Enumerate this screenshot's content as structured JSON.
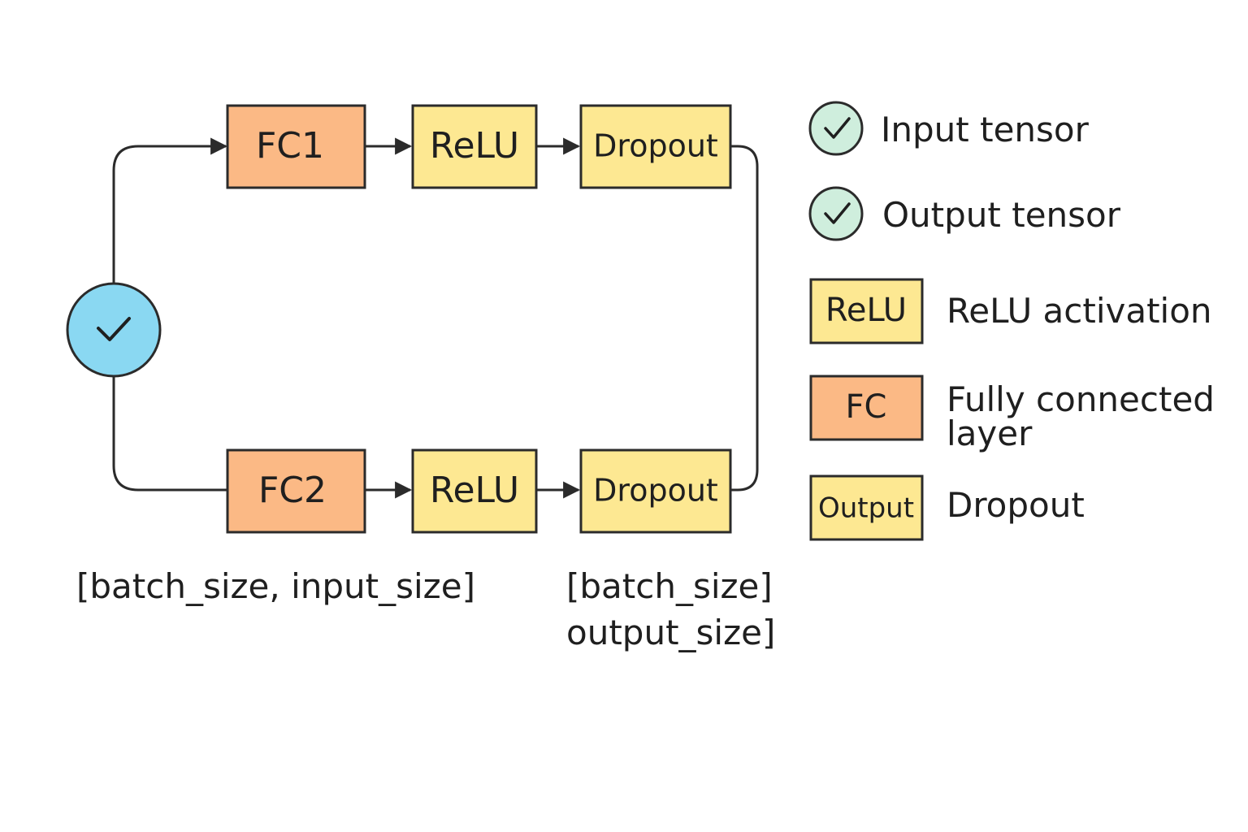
{
  "colors": {
    "fc": "#fbb985",
    "relu": "#fde892",
    "dropout": "#fde892",
    "input_node": "#8ad8f2",
    "tensor_icon": "#cfeedd",
    "stroke": "#2b2b2b"
  },
  "diagram": {
    "top_branch": {
      "fc": "FC1",
      "relu": "ReLU",
      "dropout": "Dropout"
    },
    "bottom_branch": {
      "fc": "FC2",
      "relu": "ReLU",
      "dropout": "Dropout"
    },
    "input_shape": "[batch_size, input_size]",
    "output_shape_line1": "[batch_size]",
    "output_shape_line2": "output_size]",
    "input_icon": "check-icon"
  },
  "legend": {
    "input_tensor": "Input tensor",
    "output_tensor": "Output tensor",
    "relu_box": "ReLU",
    "relu_label": "ReLU activation",
    "fc_box": "FC",
    "fc_label_line1": "Fully connected",
    "fc_label_line2": "layer",
    "output_box": "Output",
    "dropout_label": "Dropout"
  }
}
